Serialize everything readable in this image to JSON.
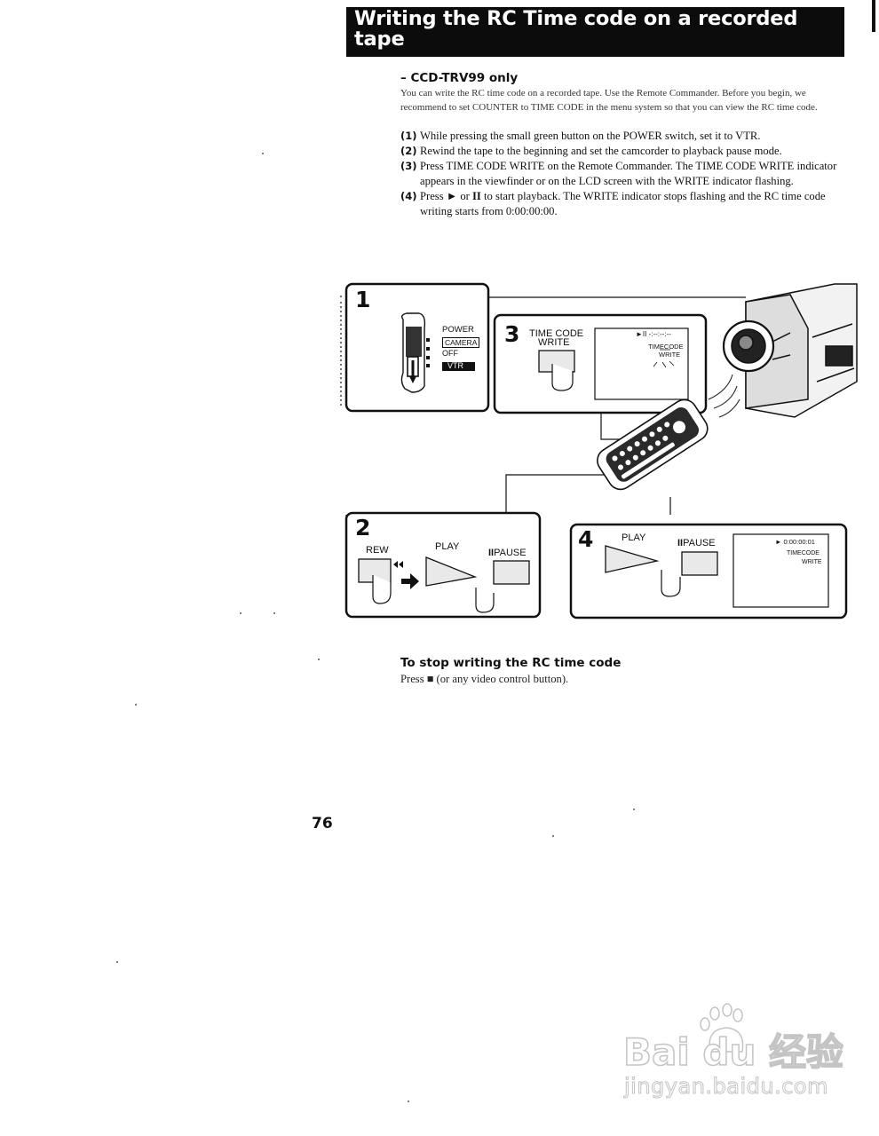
{
  "title": "Writing the RC Time code on a recorded tape",
  "subhead": "– CCD-TRV99 only",
  "intro": "You can write the RC time code on a recorded tape. Use the Remote Commander. Before you begin, we recommend to set COUNTER to TIME CODE in the menu system so that you can view the RC time code.",
  "steps": [
    {
      "num": "(1)",
      "text": "While pressing the small green button on the POWER switch, set it to VTR."
    },
    {
      "num": "(2)",
      "text": "Rewind the tape to the beginning and set the camcorder to playback pause mode."
    },
    {
      "num": "(3)",
      "text": "Press TIME CODE WRITE on the Remote Commander. The TIME CODE WRITE indicator appears in the viewfinder or on the LCD screen with the WRITE indicator flashing."
    },
    {
      "num": "(4)",
      "text_before": "Press",
      "play_glyph": "►",
      "text_mid": "or",
      "pause_glyph": "II",
      "text_after": "to start playback. The WRITE indicator stops flashing and the RC time code writing starts from 0:00:00:00."
    }
  ],
  "figure": {
    "panel1": {
      "num": "1",
      "power": "POWER",
      "camera": "CAMERA",
      "off": "OFF",
      "vtr": "VTR"
    },
    "panel2": {
      "num": "2",
      "rew": "REW",
      "play": "PLAY",
      "pause": "PAUSE"
    },
    "panel3": {
      "num": "3",
      "tc_line1": "TIME CODE",
      "tc_line2": "WRITE",
      "screen_top": "►II -:--:--:--",
      "screen_tc": "TIMECODE",
      "screen_write": "WRITE"
    },
    "panel4": {
      "num": "4",
      "play": "PLAY",
      "pause": "PAUSE",
      "screen_time": "► 0:00:00:01",
      "screen_tc": "TIMECODE",
      "screen_write": "WRITE"
    }
  },
  "stop": {
    "heading": "To stop writing the RC time code",
    "text_before": "Press",
    "stop_glyph": "■",
    "text_after": "(or any video control button)."
  },
  "page_number": "76",
  "watermark": {
    "brand": "Bai du 经验",
    "url": "jingyan.baidu.com"
  }
}
